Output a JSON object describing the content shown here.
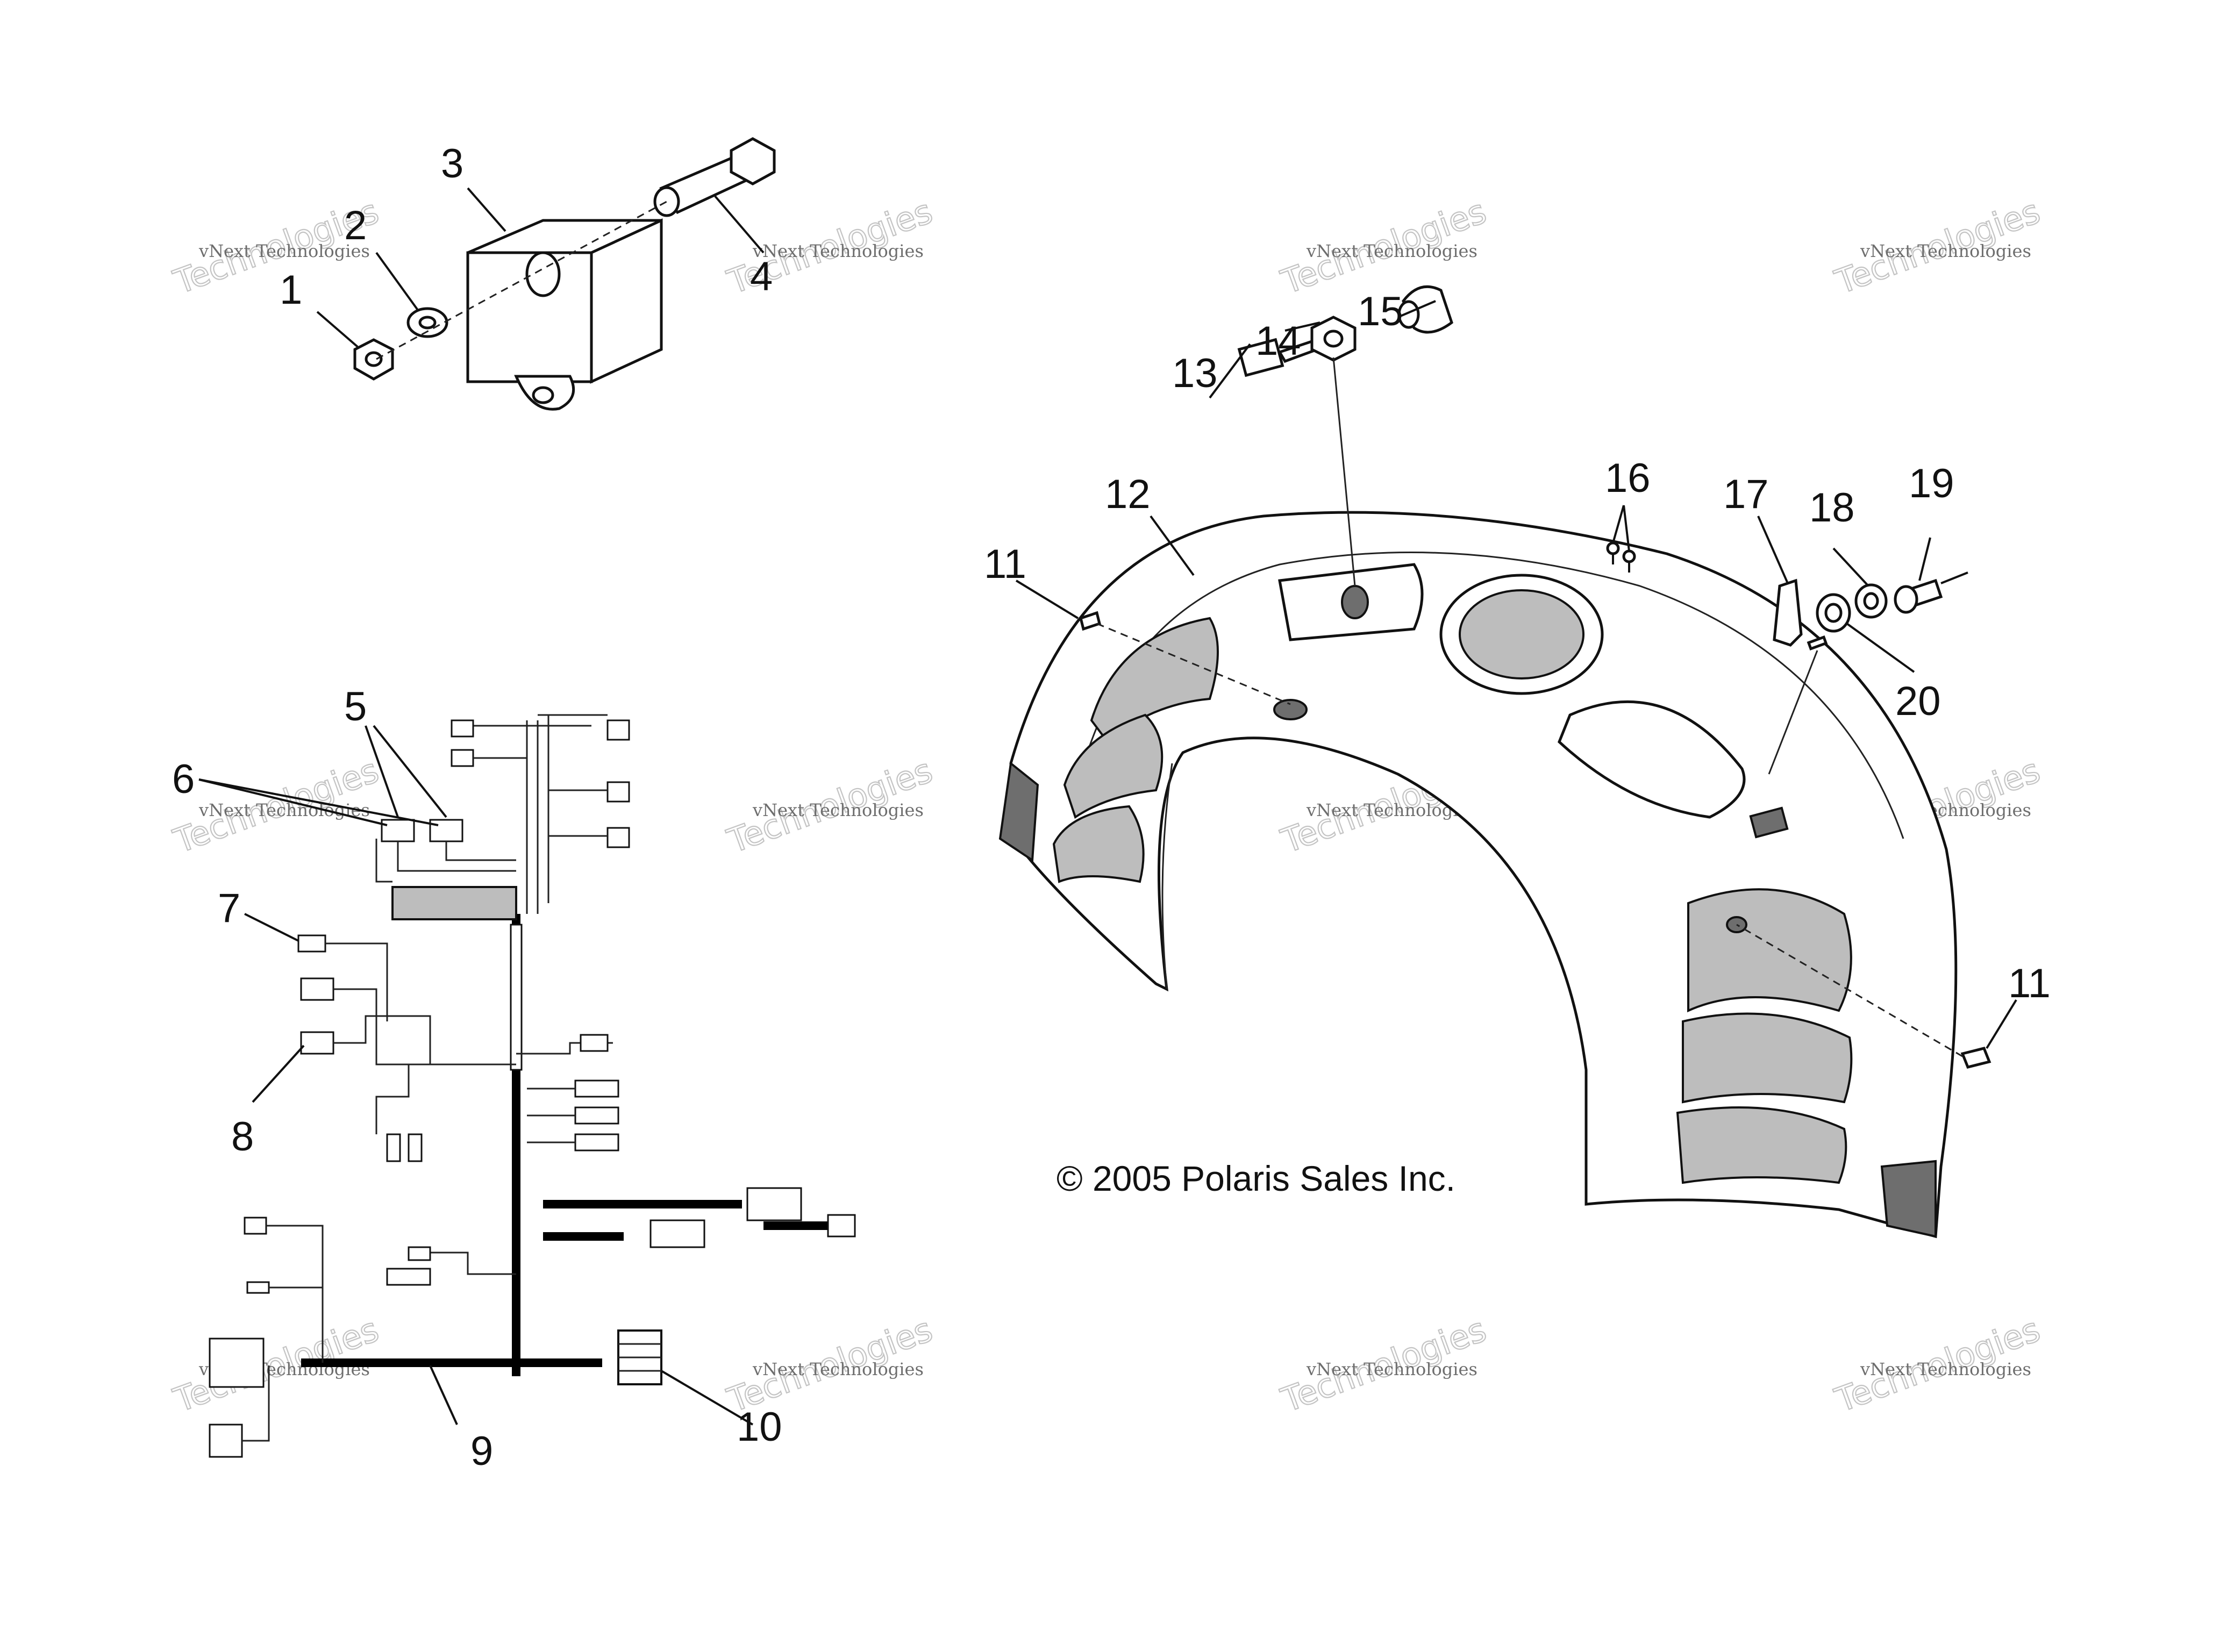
{
  "callouts": [
    "1",
    "2",
    "3",
    "4",
    "5",
    "6",
    "7",
    "8",
    "9",
    "10",
    "11",
    "12",
    "13",
    "14",
    "15",
    "16",
    "17",
    "18",
    "19",
    "20",
    "11"
  ],
  "copyright": "© 2005 Polaris Sales Inc.",
  "watermark": {
    "line1": "vNext Technologies",
    "line2": "Technologies"
  },
  "colors": {
    "ink": "#111111",
    "watermark": "#c4c4c4",
    "background": "#ffffff"
  }
}
